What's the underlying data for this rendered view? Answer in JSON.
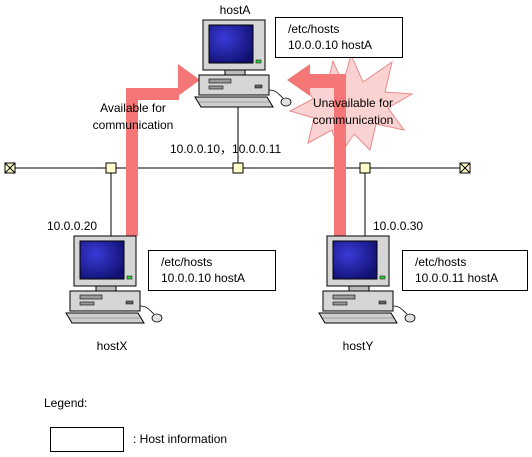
{
  "hosts": {
    "hostA": {
      "name": "hostA",
      "ip_line": "10.0.0.10，10.0.0.11",
      "hosts_file": [
        "/etc/hosts",
        "10.0.0.10 hostA"
      ]
    },
    "hostX": {
      "name": "hostX",
      "ip": "10.0.0.20",
      "hosts_file": [
        "/etc/hosts",
        "10.0.0.10 hostA"
      ]
    },
    "hostY": {
      "name": "hostY",
      "ip": "10.0.0.30",
      "hosts_file": [
        "/etc/hosts",
        "10.0.0.11 hostA"
      ]
    }
  },
  "arrows": {
    "available": {
      "label_line1": "Available for",
      "label_line2": "communication"
    },
    "unavailable": {
      "label_line1": "Unavailable for",
      "label_line2": "communication"
    }
  },
  "legend": {
    "title": "Legend:",
    "host_info_label": ":  Host information"
  },
  "colors": {
    "arrow": "#f47676",
    "burst": "#fbd2d2",
    "screen": "#1b1b9c",
    "node": "#ffffcc",
    "monitor": "#d6d6d6"
  },
  "icons": [
    "computer-icon",
    "network-node-icon",
    "network-terminator-icon"
  ]
}
